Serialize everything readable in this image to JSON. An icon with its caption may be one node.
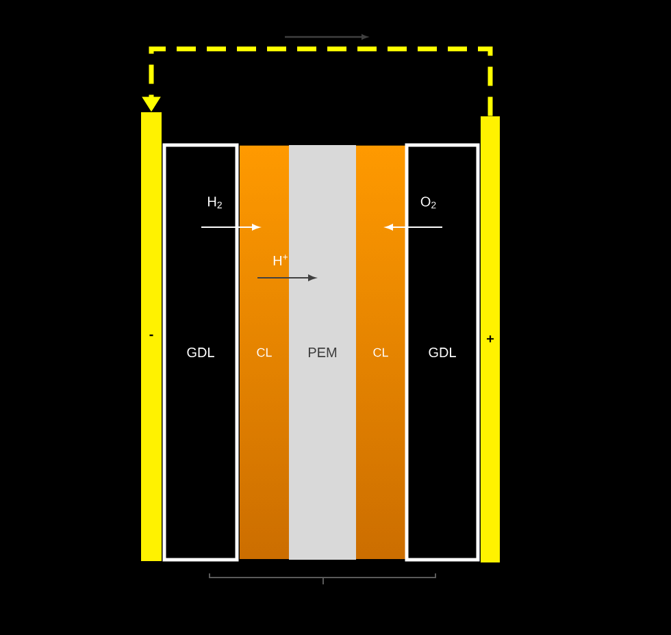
{
  "diagram": {
    "nodes": [
      {
        "text": [
          "-"
        ]
      },
      {
        "text": [
          "GDL"
        ]
      },
      {
        "text": [
          "CL"
        ]
      },
      {
        "text": [
          "PEM"
        ]
      },
      {
        "text": [
          "CL"
        ]
      },
      {
        "text": [
          "GDL"
        ]
      },
      {
        "text": [
          "+"
        ]
      }
    ],
    "edges": [
      {
        "from": 6,
        "to": 0,
        "arrow": "to",
        "style": "dashed",
        "color": "#ffff00"
      }
    ],
    "labels": [
      "H$_{2}$",
      "O$_{2}$",
      "H$^{+}$"
    ]
  }
}
